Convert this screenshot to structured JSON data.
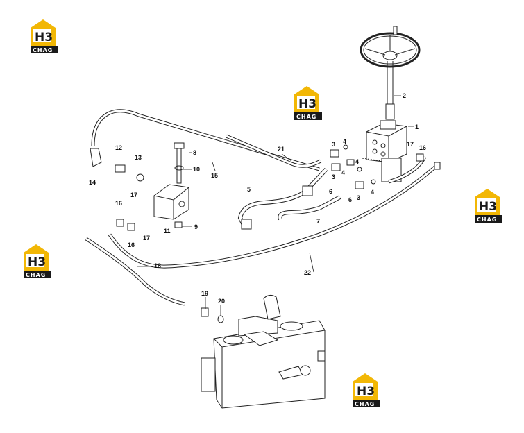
{
  "watermark": {
    "letters": "H3",
    "caption": "CHAG",
    "accent": "#f2b705",
    "dark": "#1a1a1a"
  },
  "callouts": {
    "c1": "1",
    "c2": "2",
    "c3a": "3",
    "c3b": "3",
    "c3c": "3",
    "c4a": "4",
    "c4b": "4",
    "c4c": "4",
    "c4d": "4",
    "c5": "5",
    "c6a": "6",
    "c6b": "6",
    "c7": "7",
    "c8": "8",
    "c9": "9",
    "c10": "10",
    "c11": "11",
    "c12": "12",
    "c13": "13",
    "c14": "14",
    "c15": "15",
    "c16a": "16",
    "c16b": "16",
    "c16c": "16",
    "c17a": "17",
    "c17b": "17",
    "c17c": "17",
    "c18": "18",
    "c19": "19",
    "c20": "20",
    "c21": "21",
    "c22": "22"
  }
}
